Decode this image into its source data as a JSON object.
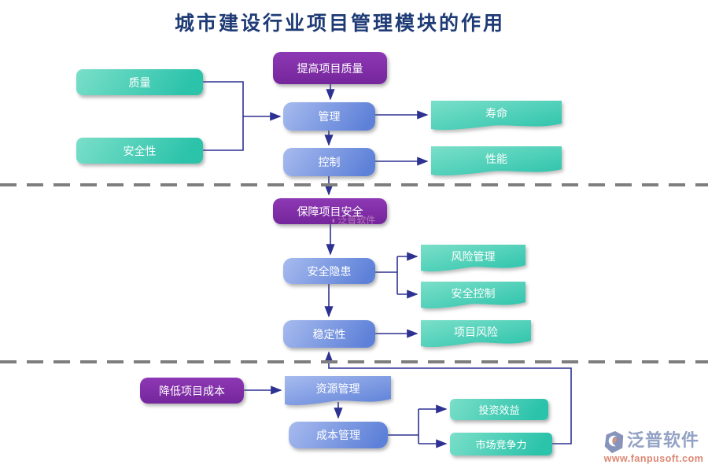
{
  "title": "城市建设行业项目管理模块的作用",
  "nodes": {
    "quality": "质量",
    "safety": "安全性",
    "improve_quality": "提高项目质量",
    "manage": "管理",
    "control": "控制",
    "lifespan": "寿命",
    "performance": "性能",
    "ensure_safety": "保障项目安全",
    "hazard": "安全隐患",
    "risk_mgmt": "风险管理",
    "safety_control": "安全控制",
    "stability": "稳定性",
    "project_risk": "项目风险",
    "reduce_cost": "降低项目成本",
    "resource_mgmt": "资源管理",
    "cost_mgmt": "成本管理",
    "investment": "投资效益",
    "market": "市场竞争力"
  },
  "watermark": {
    "text": "泛普软件"
  },
  "logo": {
    "name": "泛普软件",
    "url": "www.fanpusoft.com"
  },
  "colors": {
    "teal_start": "#7bdfc9",
    "teal_end": "#2cc3ab",
    "blue_start": "#a7bbee",
    "blue_end": "#5d80d8",
    "purple": "#7c2aa0",
    "connector": "#2d3191",
    "divider": "#7e7e7e",
    "title_text": "#1f3b76",
    "logo_text": "#93a1c4",
    "logo_url": "#dd8673"
  }
}
